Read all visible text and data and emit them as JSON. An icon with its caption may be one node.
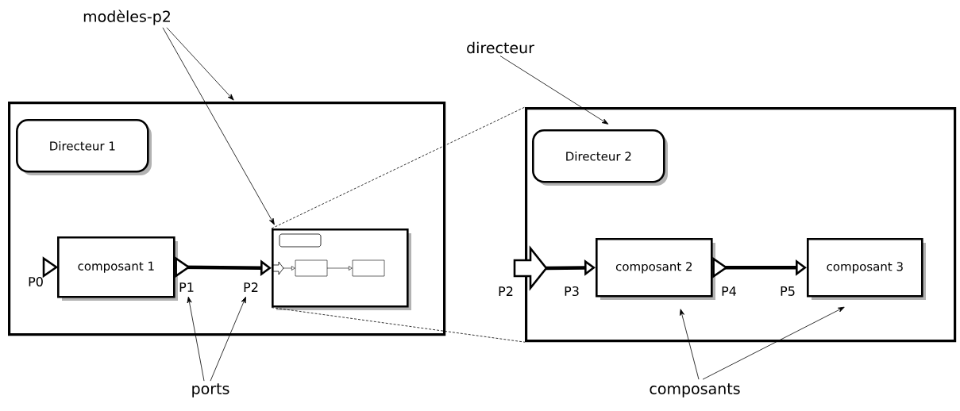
{
  "diagram": {
    "nodes": [
      {
        "text": [],
        "shape": "box"
      },
      {
        "text": [
          "Directeur 1"
        ],
        "in": 0
      },
      {
        "text": [
          "composant 1"
        ],
        "in": 0
      },
      {
        "text": [],
        "shape": "box",
        "in": 0
      },
      {
        "text": [],
        "shape": "box"
      },
      {
        "text": [
          "Directeur 2"
        ],
        "in": 4
      },
      {
        "text": [
          "composant 2"
        ],
        "in": 4
      },
      {
        "text": [
          "composant 3"
        ],
        "in": 4
      },
      {
        "text": [
          "modèles-p2"
        ]
      },
      {
        "text": [
          "directeur"
        ]
      },
      {
        "text": [
          "ports"
        ]
      },
      {
        "text": [
          "composants"
        ]
      },
      {
        "text": [
          "P1"
        ],
        "in": 0
      },
      {
        "text": [
          "P2"
        ],
        "in": 0
      }
    ],
    "edges": [
      {
        "from": 2,
        "to": 3,
        "arrow": "to",
        "style": "thick"
      },
      {
        "from": null,
        "to": 6,
        "arrow": "to",
        "style": "thick"
      },
      {
        "from": 6,
        "to": 7,
        "arrow": "to",
        "style": "thick"
      },
      {
        "from": 8,
        "to": 3,
        "arrow": "to"
      },
      {
        "from": 8,
        "to": 0,
        "arrow": "to"
      },
      {
        "from": 9,
        "to": 5,
        "arrow": "to"
      },
      {
        "from": 10,
        "to": 12,
        "arrow": "to"
      },
      {
        "from": 10,
        "to": 13,
        "arrow": "to"
      },
      {
        "from": 11,
        "to": 6,
        "arrow": "to"
      },
      {
        "from": 11,
        "to": 7,
        "arrow": "to"
      },
      {
        "from": 3,
        "to": 4,
        "arrow": "none",
        "style": "dashed"
      },
      {
        "from": 3,
        "to": 4,
        "arrow": "none",
        "style": "dashed"
      }
    ],
    "labels": [
      "P0",
      "P2",
      "P3",
      "P4",
      "P5"
    ]
  }
}
